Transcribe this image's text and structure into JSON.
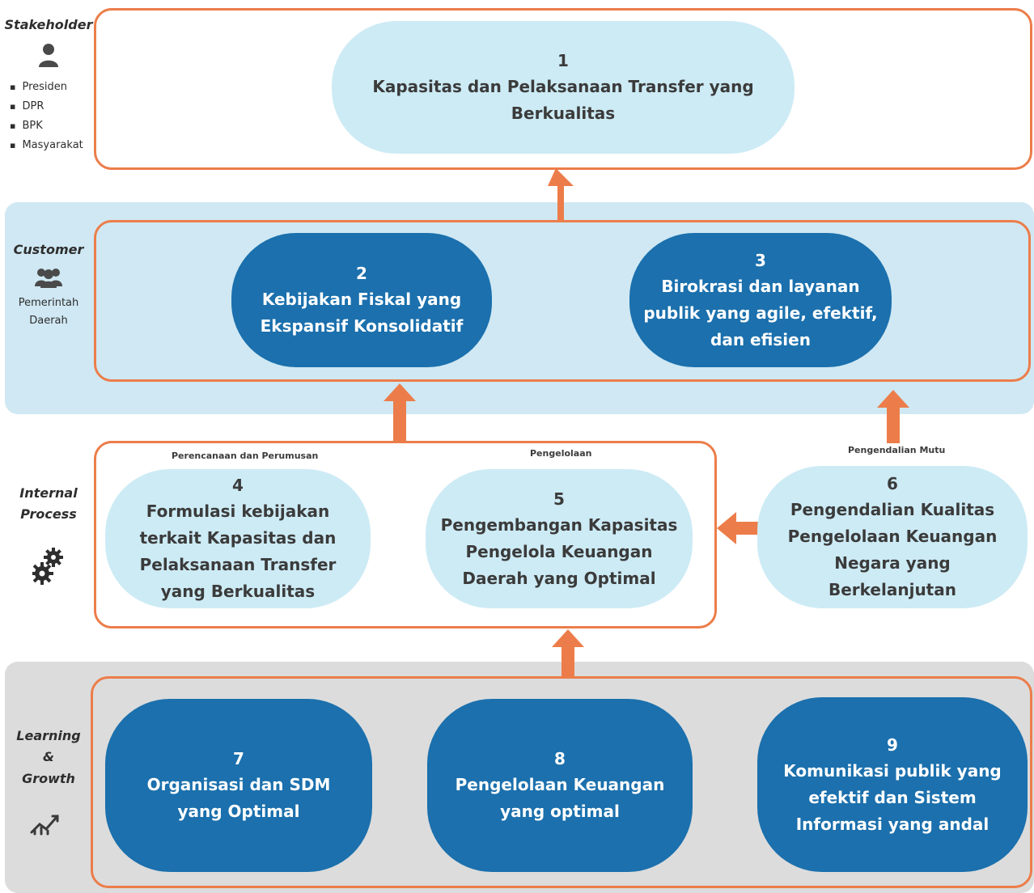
{
  "perspectives": {
    "stakeholder": {
      "title": "Stakeholder",
      "items": [
        "Presiden",
        "DPR",
        "BPK",
        "Masyarakat"
      ],
      "icon": "person-icon"
    },
    "customer": {
      "title": "Customer",
      "subtitle": "Pemerintah\nDaerah",
      "icon": "group-icon"
    },
    "internal": {
      "title": "Internal\nProcess",
      "icon": "gears-icon"
    },
    "learning": {
      "title": "Learning\n&\nGrowth",
      "icon": "growth-icon"
    }
  },
  "stage_labels": {
    "perencanaan": "Perencanaan dan Perumusan",
    "pengelolaan": "Pengelolaan",
    "pengendalian": "Pengendalian Mutu"
  },
  "objectives": [
    {
      "num": "1",
      "text": "Kapasitas dan Pelaksanaan Transfer yang\nBerkualitas"
    },
    {
      "num": "2",
      "text": "Kebijakan Fiskal yang\nEkspansif Konsolidatif"
    },
    {
      "num": "3",
      "text": "Birokrasi dan layanan\npublik yang agile, efektif,\ndan efisien"
    },
    {
      "num": "4",
      "text": "Formulasi kebijakan\nterkait Kapasitas dan\nPelaksanaan Transfer\nyang Berkualitas"
    },
    {
      "num": "5",
      "text": "Pengembangan Kapasitas\nPengelola Keuangan\nDaerah yang Optimal"
    },
    {
      "num": "6",
      "text": "Pengendalian Kualitas\nPengelolaan Keuangan\nNegara yang\nBerkelanjutan"
    },
    {
      "num": "7",
      "text": "Organisasi dan  SDM\nyang Optimal"
    },
    {
      "num": "8",
      "text": "Pengelolaan Keuangan\nyang optimal"
    },
    {
      "num": "9",
      "text": "Komunikasi publik yang\nefektif dan Sistem\nInformasi yang andal"
    }
  ],
  "colors": {
    "frame": "#ec7d4a",
    "arrow": "#ec7d4a",
    "light_pill": "#cdebf5",
    "dark_pill": "#1b70ad",
    "customer_band": "#cfe8f3",
    "learning_band": "#dcdcdc"
  }
}
